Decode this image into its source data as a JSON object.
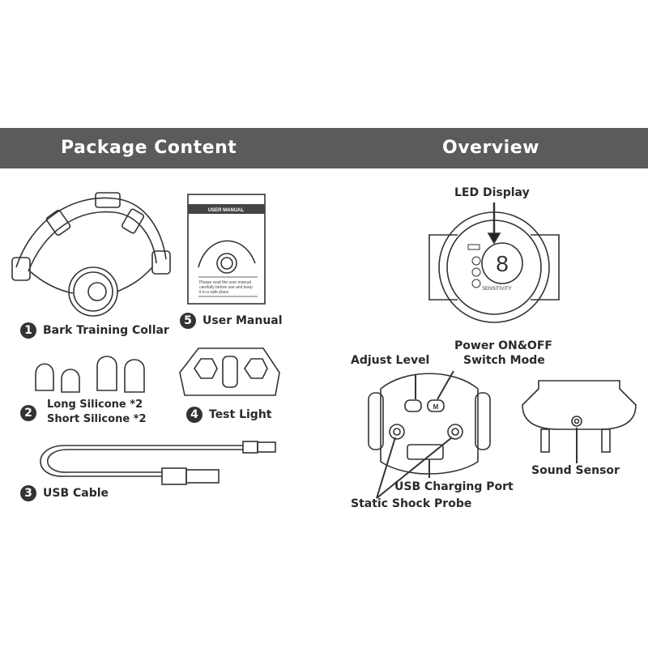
{
  "header": {
    "left_title": "Package Content",
    "right_title": "Overview",
    "banner_color": "#5b5b5b"
  },
  "package": {
    "items": [
      {
        "number": "1",
        "label": "Bark Training Collar"
      },
      {
        "number": "2",
        "label": "Long Silicone  *2",
        "label2": "Short Silicone *2"
      },
      {
        "number": "3",
        "label": "USB Cable"
      },
      {
        "number": "4",
        "label": "Test Light"
      },
      {
        "number": "5",
        "label": "User Manual"
      }
    ],
    "manual": {
      "title": "USER MANUAL",
      "text1": "Please read the user manual",
      "text2": "carefully before use and keep",
      "text3": "it in a safe place"
    }
  },
  "overview": {
    "led_display": "LED Display",
    "display_digit": "8",
    "sensitivity": "SENSITIVITY",
    "power_label": "Power ON&OFF",
    "switch_label": "Switch Mode",
    "adjust_label": "Adjust Level",
    "button_m": "M",
    "sound_sensor": "Sound Sensor",
    "usb_port": "USB Charging Port",
    "shock_probe": "Static Shock Probe"
  }
}
